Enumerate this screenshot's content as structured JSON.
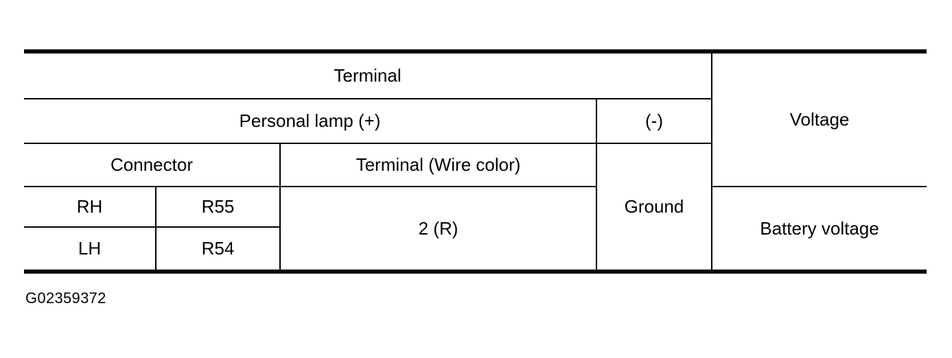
{
  "figure": {
    "caption": "G02359372"
  },
  "table": {
    "header_terminal": "Terminal",
    "header_voltage": "Voltage",
    "header_positive": "Personal lamp (+)",
    "header_negative": "(-)",
    "header_connector": "Connector",
    "header_terminal_wire": "Terminal (Wire color)",
    "ground_label": "Ground",
    "terminal_wire_value": "2 (R)",
    "battery_voltage": "Battery voltage",
    "rows": [
      {
        "side": "RH",
        "connector": "R55"
      },
      {
        "side": "LH",
        "connector": "R54"
      }
    ]
  },
  "style": {
    "rule_color": "#000000",
    "background": "#ffffff"
  }
}
